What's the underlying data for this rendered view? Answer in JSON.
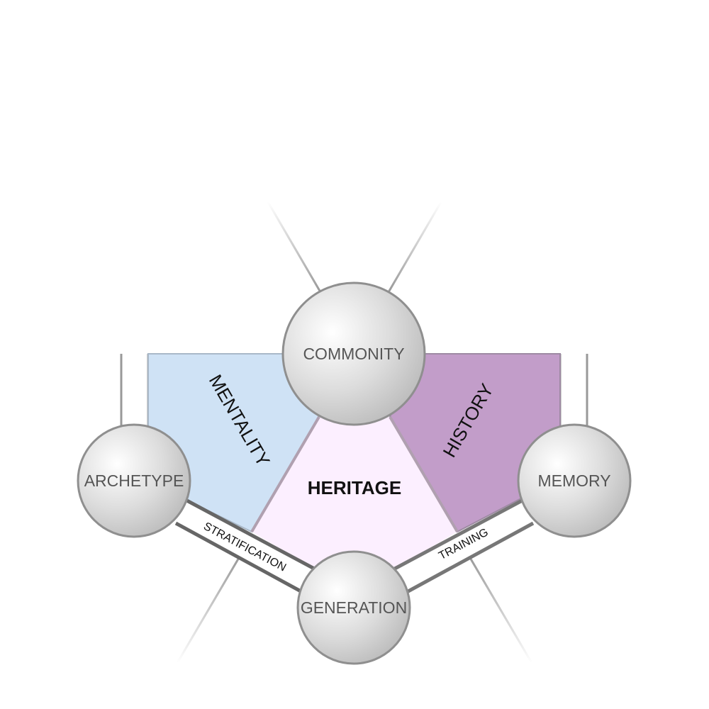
{
  "nodes": {
    "commonity": "COMMONITY",
    "archetype": "ARCHETYPE",
    "memory": "MEMORY",
    "generation": "GENERATION"
  },
  "regions": {
    "mentality": "MENTALITY",
    "heritage": "HERITAGE",
    "history": "HISTORY"
  },
  "bands": {
    "stratification": "STRATIFICATION",
    "training": "TRAINING"
  },
  "colors": {
    "mentality": "#cfe2f5",
    "heritage": "#fcefff",
    "history": "#c29dc9",
    "node_stroke": "#8f8f8f",
    "band_stroke": "#666666"
  }
}
